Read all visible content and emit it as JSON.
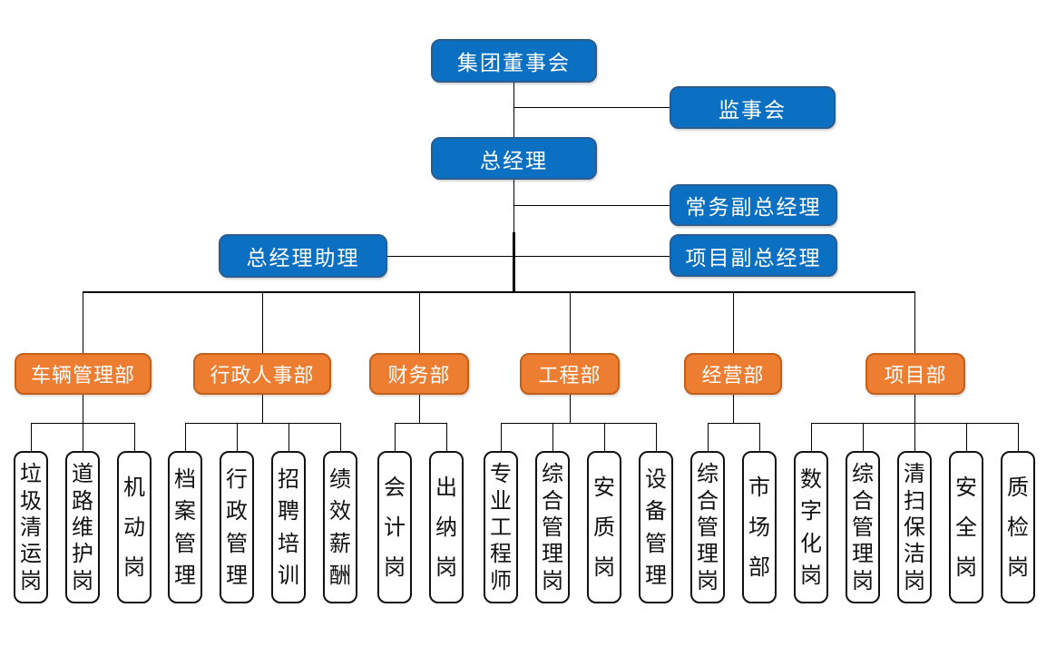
{
  "palette": {
    "blue_fill": "#0B70C2",
    "blue_border": "#2B5C8F",
    "orange_fill": "#ED7D31",
    "orange_border": "#C2601A",
    "leaf_fill": "#FFFFFF",
    "leaf_border": "#111111",
    "line_color": "#000000",
    "text_on_color": "#FFFFFF",
    "leaf_text": "#111111",
    "bg": "#FFFFFF"
  },
  "org_chart": {
    "nodes": {
      "board": {
        "label": "集团董事会"
      },
      "supervisory": {
        "label": "监事会"
      },
      "gm": {
        "label": "总经理"
      },
      "exec_deputy": {
        "label": "常务副总经理"
      },
      "gm_assistant": {
        "label": "总经理助理"
      },
      "project_deputy": {
        "label": "项目副总经理"
      }
    },
    "departments": [
      {
        "label": "车辆管理部",
        "positions": [
          "垃圾清运岗",
          "道路维护岗",
          "机动岗"
        ]
      },
      {
        "label": "行政人事部",
        "positions": [
          "档案管理",
          "行政管理",
          "招聘培训",
          "绩效薪酬"
        ]
      },
      {
        "label": "财务部",
        "positions": [
          "会计岗",
          "出纳岗"
        ]
      },
      {
        "label": "工程部",
        "positions": [
          "专业工程师",
          "综合管理岗",
          "安质岗",
          "设备管理"
        ]
      },
      {
        "label": "经营部",
        "positions": [
          "综合管理岗",
          "市场部"
        ]
      },
      {
        "label": "项目部",
        "positions": [
          "数字化岗",
          "综合管理岗",
          "清扫保洁岗",
          "安全岗",
          "质检岗"
        ]
      }
    ]
  }
}
